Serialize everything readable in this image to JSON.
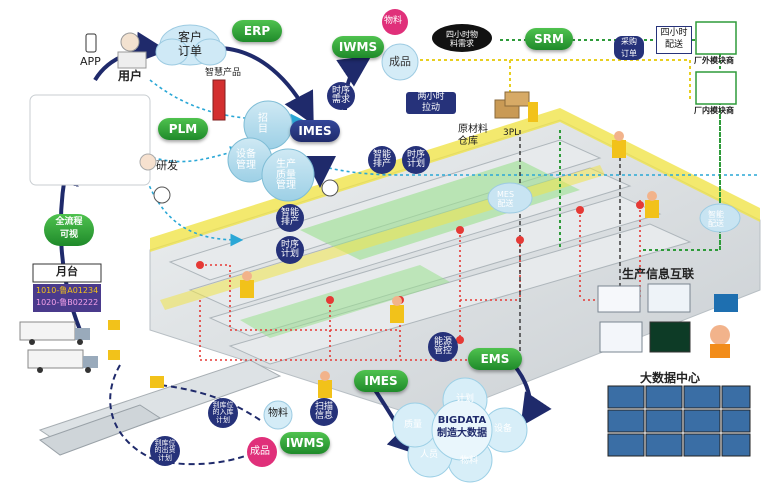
{
  "labels": {
    "app": "APP",
    "user": "用户",
    "customer_order": "客户\n订单",
    "smart_product": "智慧产品",
    "erp": "ERP",
    "plm": "PLM",
    "rnd": "研发",
    "iwms_top": "IWMS",
    "material_top": "物料",
    "finished_top": "成品",
    "imes_top": "IMES",
    "timed_demand": "时序\n需求",
    "two_hour_pull": "两小时\n拉动",
    "four_hour_demand": "四小时物\n料需求",
    "srm": "SRM",
    "purchase_order": "采购\n订单",
    "four_hour_delivery": "四小时\n配送",
    "external_supplier": "厂外模块商",
    "internal_supplier": "厂内模块商",
    "raw_material_warehouse": "原材料\n仓库",
    "three_pl": "3PL",
    "smart_schedule_top": "智能\n排产",
    "timed_plan_top": "时序\n计划",
    "gear_proj": "招\n目",
    "gear_equip": "设备\n管理",
    "gear_quality": "生产\n质量\n管理",
    "smart_schedule_mid": "智能\n排产",
    "timed_plan_mid": "时序\n计划",
    "full_visual": "全流程\n可视",
    "platform": "月台",
    "plate1": "1010-鲁A01234",
    "plate2": "1020-鲁B02222",
    "mes_cloud1": "MES\n配送",
    "mes_cloud2": "智能\n配送",
    "production_interconnect": "生产信息互联",
    "resource_monitor": "能源\n管控",
    "ems": "EMS",
    "imes_bottom": "IMES",
    "material_bottom": "物料",
    "scan_info": "扫描\n信息",
    "iwms_bottom": "IWMS",
    "finished_bottom": "成品",
    "inbound_plan": "到库位\n的入库\n计划",
    "outbound_plan": "到库位\n的出货\n计划",
    "bigdata": "BIGDATA\n制造大数据",
    "bd_plan": "计划",
    "bd_device": "设备",
    "bd_quality": "质量",
    "bd_person": "人员",
    "bd_material": "物料",
    "bigdata_center": "大数据中心"
  },
  "colors": {
    "navy": "#1f2a6b",
    "green": "#2e9b3a",
    "gold": "#f0d84a",
    "light_blue": "#bfe4f4",
    "red": "#e53935",
    "pink": "#e91e63",
    "factory": "#d9dde0"
  }
}
